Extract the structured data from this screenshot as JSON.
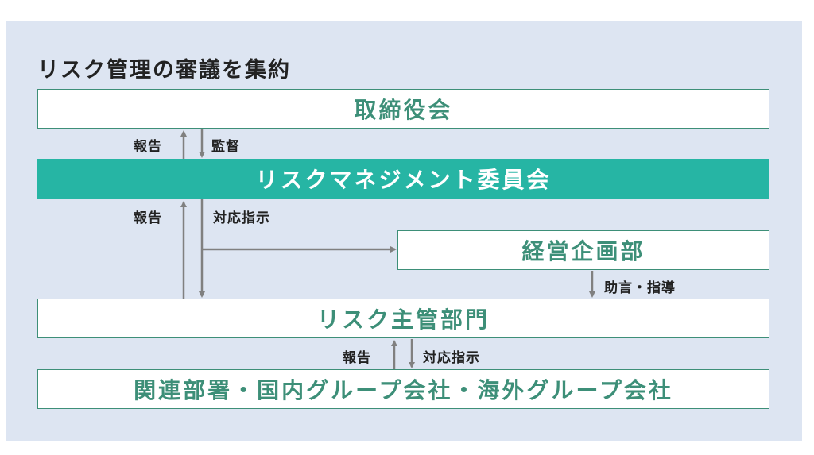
{
  "title": "リスク管理の審議を集約",
  "boxes": {
    "board": "取締役会",
    "committee": "リスクマネジメント委員会",
    "planning": "経営企画部",
    "risk_dept": "リスク主管部門",
    "group": "関連部署・国内グループ会社・海外グループ会社"
  },
  "labels": {
    "report1": "報告",
    "supervise": "監督",
    "report2": "報告",
    "instruct1": "対応指示",
    "advice": "助言・指導",
    "report3": "報告",
    "instruct2": "対応指示"
  },
  "colors": {
    "accent": "#26b5a4",
    "border": "#3d8f78",
    "background": "#dde5f2",
    "arrow": "#808080"
  }
}
